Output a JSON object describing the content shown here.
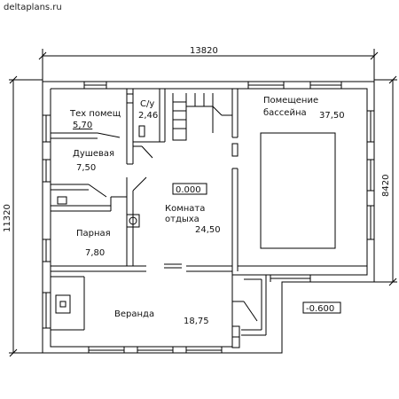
{
  "watermark": "deltaplans.ru",
  "dimensions": {
    "overall_width": "13820",
    "overall_height": "11320",
    "right_section": "8420"
  },
  "levels": {
    "floor": "0.000",
    "outside": "-0.600"
  },
  "rooms": {
    "tech_room": {
      "name": "Тех помещ",
      "area": "5,70"
    },
    "wc": {
      "name": "С/у",
      "area": "2,46"
    },
    "pool_room": {
      "name_line1": "Помещение",
      "name_line2": "бассейна",
      "area": "37,50"
    },
    "shower": {
      "name": "Душевая",
      "area": "7,50"
    },
    "rest_room": {
      "name_line1": "Комната",
      "name_line2": "отдыха",
      "area": "24,50"
    },
    "steam_room": {
      "name": "Парная",
      "area": "7,80"
    },
    "veranda": {
      "name": "Веранда",
      "area": "18,75"
    }
  },
  "colors": {
    "line": "#000000",
    "background": "#ffffff"
  }
}
